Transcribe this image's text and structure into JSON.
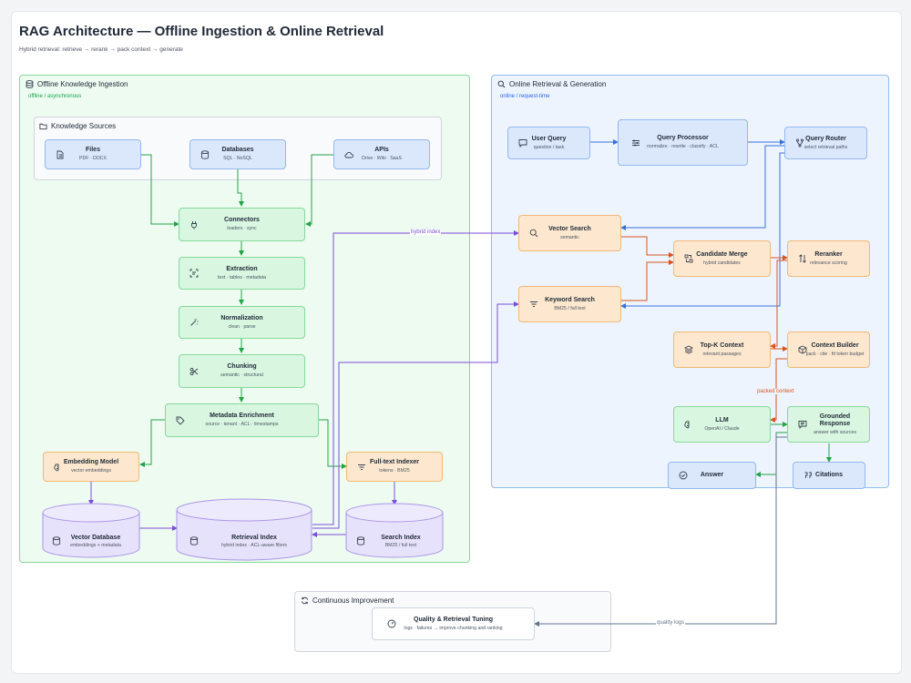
{
  "header": {
    "title": "RAG Architecture — Offline Ingestion & Online Retrieval",
    "subtitle": "Hybrid retrieval: retrieve → rerank → pack context → generate"
  },
  "offline": {
    "title": "Offline Knowledge Ingestion",
    "subtitle": "offline / asynchronous",
    "sources_title": "Knowledge Sources",
    "files": {
      "title": "Files",
      "sub": "PDF · DOCX"
    },
    "databases": {
      "title": "Databases",
      "sub": "SQL · NoSQL"
    },
    "apis": {
      "title": "APIs",
      "sub": "Drive · Wiki · SaaS"
    },
    "connectors": {
      "title": "Connectors",
      "sub": "loaders · sync"
    },
    "extraction": {
      "title": "Extraction",
      "sub": "text · tables · metadata"
    },
    "normalization": {
      "title": "Normalization",
      "sub": "clean · parse"
    },
    "chunking": {
      "title": "Chunking",
      "sub": "semantic · structural"
    },
    "metadata": {
      "title": "Metadata Enrichment",
      "sub": "source · tenant · ACL · timestamps"
    },
    "embedding": {
      "title": "Embedding Model",
      "sub": "vector embeddings"
    },
    "fulltext": {
      "title": "Full-text Indexer",
      "sub": "tokens · BM25"
    },
    "vectordb": {
      "title": "Vector Database",
      "sub": "embeddings + metadata"
    },
    "retrieval_index": {
      "title": "Retrieval Index",
      "sub": "hybrid index · ACL-aware filters"
    },
    "search_index": {
      "title": "Search Index",
      "sub": "BM25 / full text"
    }
  },
  "online": {
    "title": "Online Retrieval & Generation",
    "subtitle": "online / request-time",
    "user_query": {
      "title": "User Query",
      "sub": "question / task"
    },
    "query_processor": {
      "title": "Query Processor",
      "sub": "normalize · rewrite · classify · ACL"
    },
    "query_router": {
      "title": "Query Router",
      "sub": "select retrieval paths"
    },
    "vector_search": {
      "title": "Vector Search",
      "sub": "semantic"
    },
    "keyword_search": {
      "title": "Keyword Search",
      "sub": "BM25 / full text"
    },
    "candidate_merge": {
      "title": "Candidate Merge",
      "sub": "hybrid candidates"
    },
    "reranker": {
      "title": "Reranker",
      "sub": "relevance scoring"
    },
    "topk": {
      "title": "Top-K Context",
      "sub": "relevant passages"
    },
    "context_builder": {
      "title": "Context Builder",
      "sub": "pack · cite · fit token budget"
    },
    "llm": {
      "title": "LLM",
      "sub": "OpenAI / Claude"
    },
    "grounded": {
      "title": "Grounded Response",
      "sub": "answer with sources"
    },
    "answer": {
      "title": "Answer"
    },
    "citations": {
      "title": "Citations"
    }
  },
  "improvement": {
    "title": "Continuous Improvement",
    "tuning": {
      "title": "Quality & Retrieval Tuning",
      "sub": "logs · failures → improve chunking and ranking"
    }
  },
  "edge_labels": {
    "hybrid_index": "hybrid index",
    "packed_context": "packed context",
    "quality_logs": "quality logs"
  },
  "colors": {
    "green_edge": "#22a447",
    "blue_edge": "#3b6fe0",
    "orange_edge": "#d9541f",
    "purple_edge": "#7c4ddb",
    "gray_edge": "#64748b"
  }
}
